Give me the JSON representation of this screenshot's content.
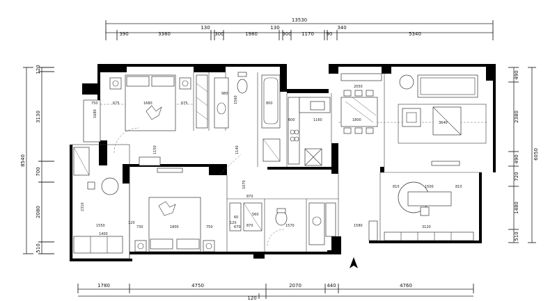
{
  "top_dims": {
    "total": "13530",
    "upper": [
      "390",
      "3380",
      "130",
      "300",
      "1980",
      "130",
      "300",
      "1170",
      "90",
      "340",
      "5340"
    ]
  },
  "bottom_dims": {
    "segments": [
      "1780",
      "4750",
      "2070",
      "440",
      "4760"
    ],
    "below": "120"
  },
  "left_dims": {
    "outer": "8540",
    "segments": [
      "120",
      "3130",
      "700",
      "2080",
      "510"
    ]
  },
  "right_dims": {
    "outer": "6050",
    "segments": [
      "490",
      "2380",
      "490",
      "720",
      "1480",
      "510"
    ]
  },
  "interior_labels": {
    "bed1_a": "675",
    "bed1_b": "1680",
    "bed1_c": "675",
    "bed1_left": "750",
    "bed1_side": "1680",
    "bed1_h": "1150",
    "wc_a": "980",
    "wc_b": "800",
    "wc_c": "1560",
    "kit_a": "600",
    "kit_b": "1160",
    "dining_a": "2050",
    "dining_b": "1800",
    "living_a": "3640",
    "living_h": "1140",
    "study_a": "810",
    "study_b": "1500",
    "study_c": "810",
    "study_d": "3120",
    "bed2_a": "730",
    "bed2_b": "1800",
    "bed2_c": "750",
    "bath2_a": "870",
    "bath2_b": "870",
    "bath2_c": "1570",
    "bath2_d": "1580",
    "left_a": "1550",
    "left_b": "1400",
    "left_c": "2310",
    "left_d": "120",
    "hall_a": "1070",
    "misc_a": "120",
    "misc_b": "60",
    "misc_c": "670",
    "misc_d": "560"
  },
  "colors": {
    "wall": "#000000",
    "line": "#333333"
  },
  "icons": {
    "north": "north-arrow-icon"
  }
}
